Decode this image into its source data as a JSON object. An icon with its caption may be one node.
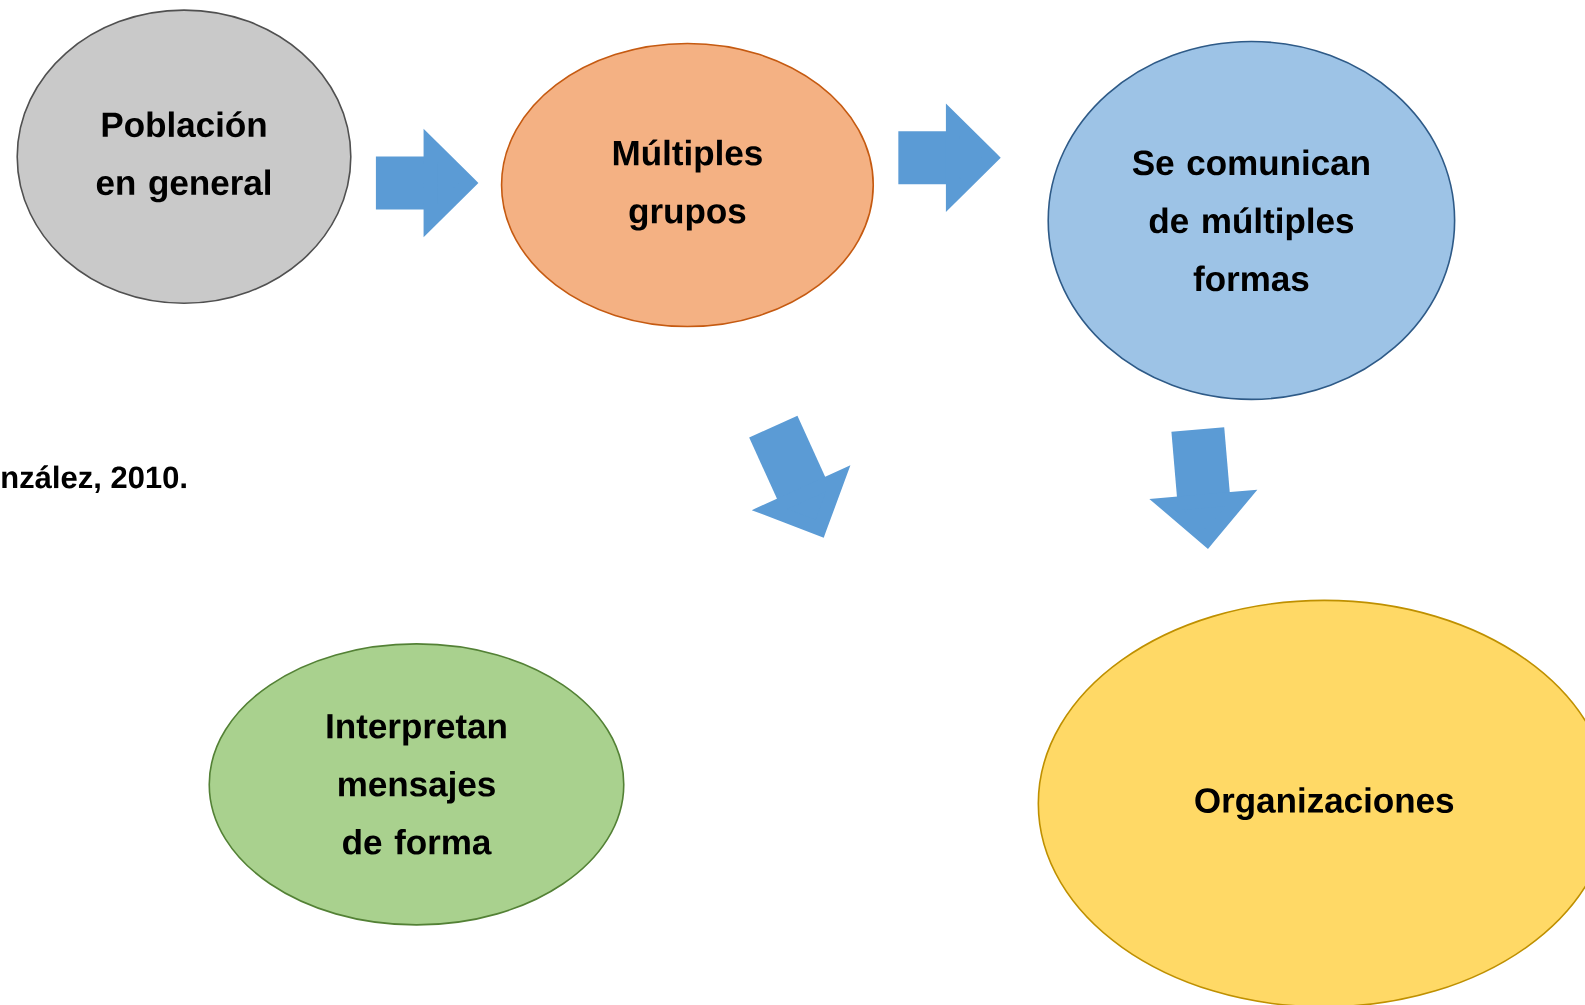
{
  "diagram": {
    "nodes": [
      {
        "text": [
          "Población en general"
        ]
      },
      {
        "text": [
          "Múltiples grupos"
        ]
      },
      {
        "text": [
          "Se comunican de múltiples formas"
        ]
      },
      {
        "text": [
          "Interpretan mensajes de forma"
        ]
      },
      {
        "text": [
          "Organizaciones"
        ]
      }
    ],
    "edges": [
      {
        "from": 0,
        "to": 1,
        "arrow": "to"
      },
      {
        "from": 1,
        "to": 2,
        "arrow": "to"
      },
      {
        "from": 2,
        "to": 4,
        "arrow": "to"
      }
    ],
    "labels": [
      "nzález, 2010."
    ]
  }
}
